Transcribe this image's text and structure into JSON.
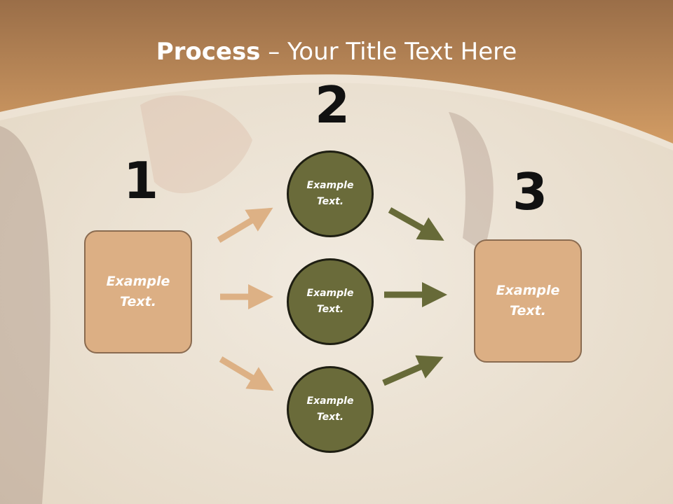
{
  "slide": {
    "title_bold": "Process",
    "title_rest": " – Your Title Text Here",
    "step_numbers": [
      "1",
      "2",
      "3"
    ],
    "left_box": "Example\nText.",
    "right_box": "Example\nText.",
    "circles": [
      "Example\nText.",
      "Example\nText.",
      "Example\nText."
    ]
  },
  "colors": {
    "header": "#c9965f",
    "box_fill": "#dcaf84",
    "circle_fill": "#6a6b3a",
    "arrow_light": "#ddb185",
    "arrow_dark": "#676a38"
  }
}
